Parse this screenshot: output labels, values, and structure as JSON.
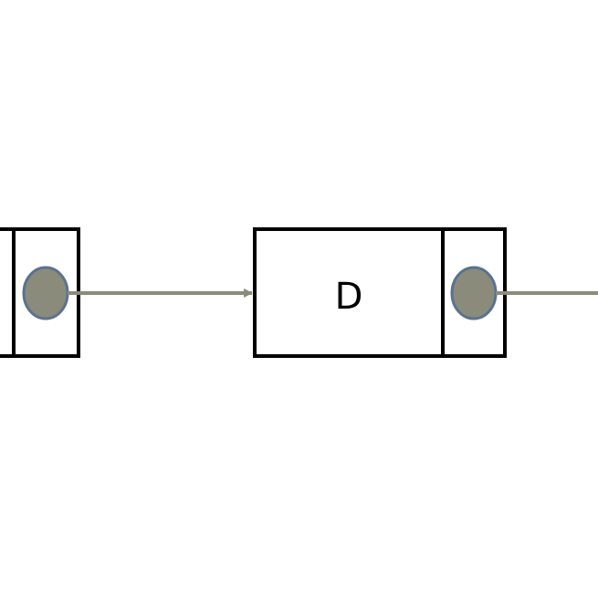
{
  "diagram": {
    "nodes": [
      {
        "id": "prev-node",
        "label": ""
      },
      {
        "id": "node-d",
        "label": "D"
      }
    ],
    "colors": {
      "node_border": "#000000",
      "node_fill": "#ffffff",
      "pointer_fill": "#8a8b7a",
      "pointer_stroke": "#5a7290",
      "arrow": "#8a8b7a"
    }
  }
}
